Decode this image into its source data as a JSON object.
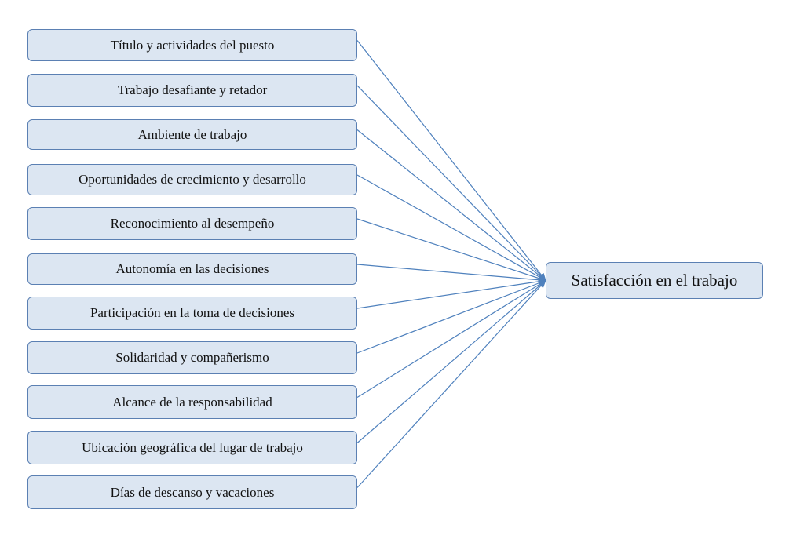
{
  "diagram": {
    "target": {
      "label": "Satisfacción en el trabajo"
    },
    "factors": [
      {
        "label": "Título  y actividades  del puesto"
      },
      {
        "label": "Trabajo  desafiante  y retador"
      },
      {
        "label": "Ambiente  de trabajo"
      },
      {
        "label": "Oportunidades  de crecimiento  y desarrollo"
      },
      {
        "label": "Reconocimiento  al desempeño"
      },
      {
        "label": "Autonomía  en las decisiones"
      },
      {
        "label": "Participación  en la toma de decisiones"
      },
      {
        "label": "Solidaridad  y compañerismo"
      },
      {
        "label": "Alcance  de la responsabilidad"
      },
      {
        "label": "Ubicación  geográfica  del lugar de trabajo"
      },
      {
        "label": "Días de descanso  y vacaciones"
      }
    ],
    "colors": {
      "box_fill": "#dce6f2",
      "box_border": "#5b80b3",
      "connector": "#4f81bd"
    }
  }
}
